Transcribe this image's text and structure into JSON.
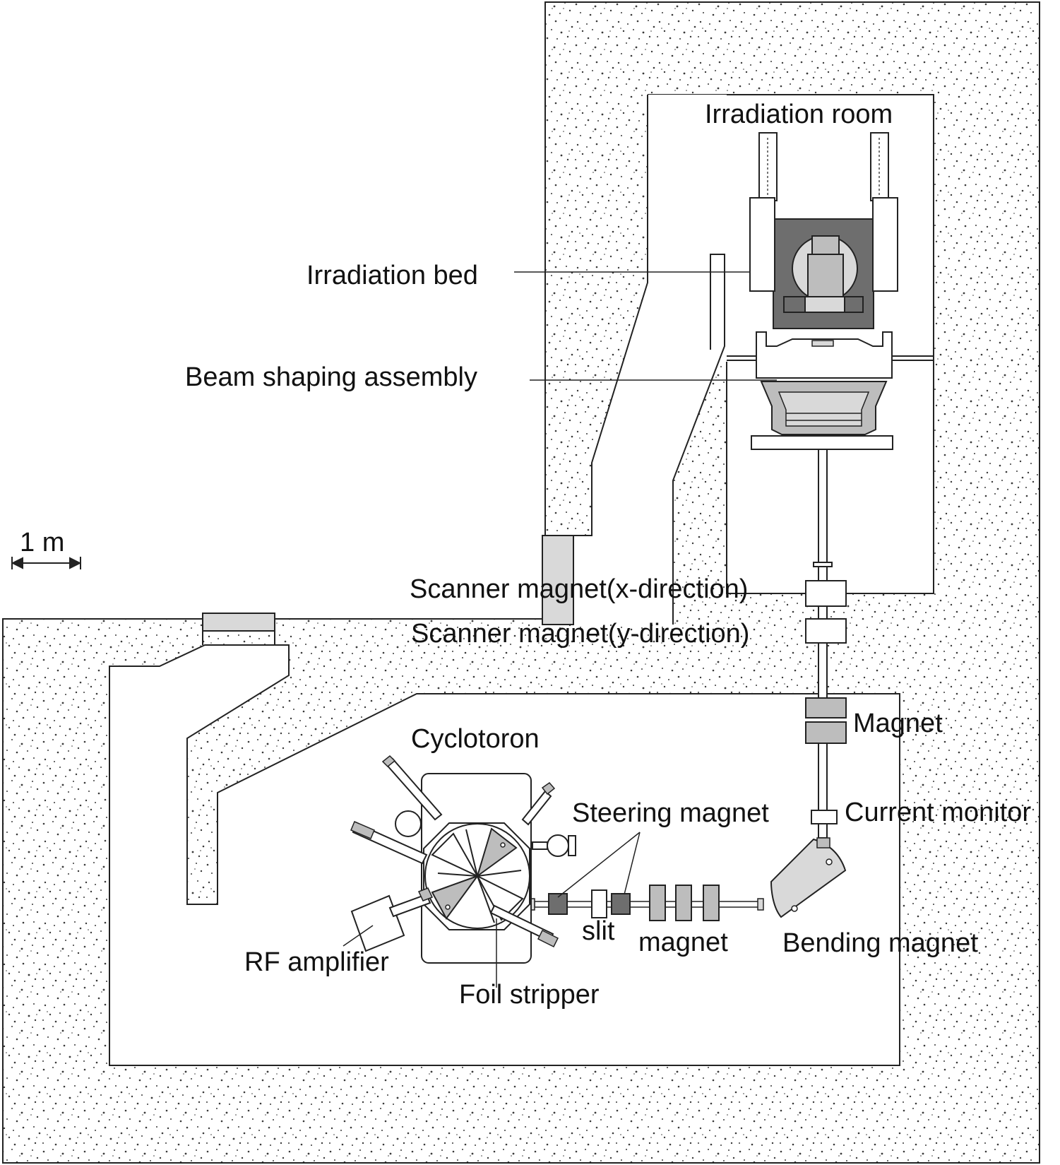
{
  "labels": {
    "irradiation_room": "Irradiation room",
    "irradiation_bed": "Irradiation bed",
    "beam_shaping_assembly": "Beam shaping assembly",
    "scale": "1 m",
    "scanner_x": "Scanner magnet(x-direction)",
    "scanner_y": "Scanner magnet(y-direction)",
    "magnet_upper": "Magnet",
    "cyclotron": "Cyclotoron",
    "current_monitor": "Current monitor",
    "steering_magnet": "Steering magnet",
    "slit": "slit",
    "magnet_lower": "magnet",
    "bending_magnet": "Bending magnet",
    "rf_amplifier": "RF amplifier",
    "foil_stripper": "Foil stripper"
  },
  "colors": {
    "concrete": "#ffffff",
    "speckle": "#3a3a3a",
    "outline": "#222222",
    "dark_component": "#6e6e6e",
    "mid_component": "#bdbdbd",
    "light_component": "#d9d9d9"
  }
}
